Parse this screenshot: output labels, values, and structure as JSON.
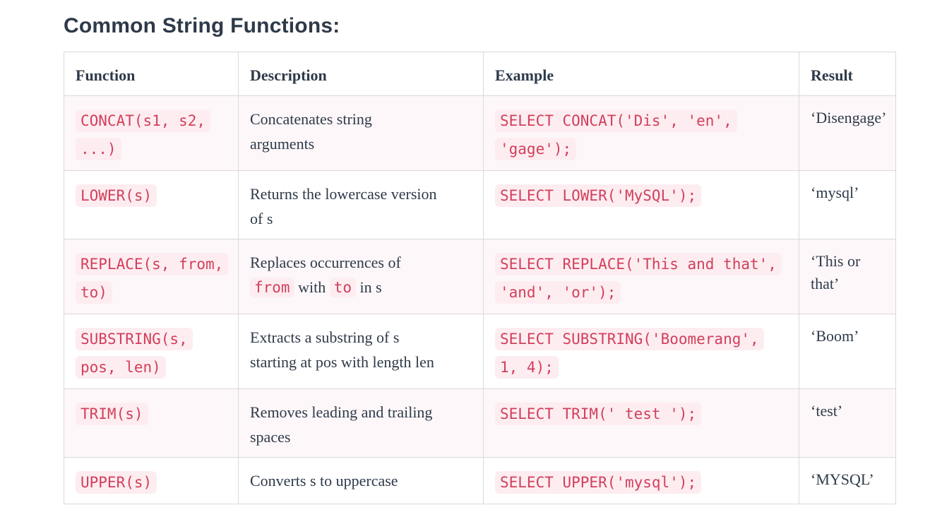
{
  "page": {
    "title": "Common String Functions:"
  },
  "colors": {
    "heading_text": "#2e3a49",
    "body_text": "#2e3a49",
    "code_text": "#d23f5c",
    "code_chip_bg": "#fdedf0",
    "tinted_row_bg": "#fdf7f9",
    "border": "#d9d9d9",
    "page_bg": "#ffffff"
  },
  "table": {
    "columns": [
      "Function",
      "Description",
      "Example",
      "Result"
    ],
    "rows": [
      {
        "function_lines": [
          "CONCAT(s1, s2,",
          "...)"
        ],
        "description_lines": [
          [
            {
              "t": "text",
              "v": "Concatenates string"
            }
          ],
          [
            {
              "t": "text",
              "v": "arguments"
            }
          ]
        ],
        "example_lines": [
          "SELECT CONCAT('Dis', 'en',",
          "'gage');"
        ],
        "result": "‘Disengage’",
        "tinted": true
      },
      {
        "function_lines": [
          "LOWER(s)"
        ],
        "description_lines": [
          [
            {
              "t": "text",
              "v": "Returns the lowercase version"
            }
          ],
          [
            {
              "t": "text",
              "v": "of s"
            }
          ]
        ],
        "example_lines": [
          "SELECT LOWER('MySQL');"
        ],
        "result": "‘mysql’",
        "tinted": false
      },
      {
        "function_lines": [
          "REPLACE(s, from,",
          "to)"
        ],
        "description_lines": [
          [
            {
              "t": "text",
              "v": "Replaces occurrences of"
            }
          ],
          [
            {
              "t": "code",
              "v": "from"
            },
            {
              "t": "text",
              "v": " with "
            },
            {
              "t": "code",
              "v": "to"
            },
            {
              "t": "text",
              "v": " in s"
            }
          ]
        ],
        "example_lines": [
          "SELECT REPLACE('This and that',",
          "'and', 'or');"
        ],
        "result": "‘This or that’",
        "tinted": true
      },
      {
        "function_lines": [
          "SUBSTRING(s,",
          "pos, len)"
        ],
        "description_lines": [
          [
            {
              "t": "text",
              "v": "Extracts a substring of s"
            }
          ],
          [
            {
              "t": "text",
              "v": "starting at pos with length len"
            }
          ]
        ],
        "example_lines": [
          "SELECT SUBSTRING('Boomerang',",
          "1, 4);"
        ],
        "result": "‘Boom’",
        "tinted": false
      },
      {
        "function_lines": [
          "TRIM(s)"
        ],
        "description_lines": [
          [
            {
              "t": "text",
              "v": "Removes leading and trailing"
            }
          ],
          [
            {
              "t": "text",
              "v": "spaces"
            }
          ]
        ],
        "example_lines": [
          "SELECT TRIM(' test ');"
        ],
        "result": "‘test’",
        "tinted": true
      },
      {
        "function_lines": [
          "UPPER(s)"
        ],
        "description_lines": [
          [
            {
              "t": "text",
              "v": "Converts s to uppercase"
            }
          ]
        ],
        "example_lines": [
          "SELECT UPPER('mysql');"
        ],
        "result": "‘MYSQL’",
        "tinted": false
      }
    ]
  }
}
